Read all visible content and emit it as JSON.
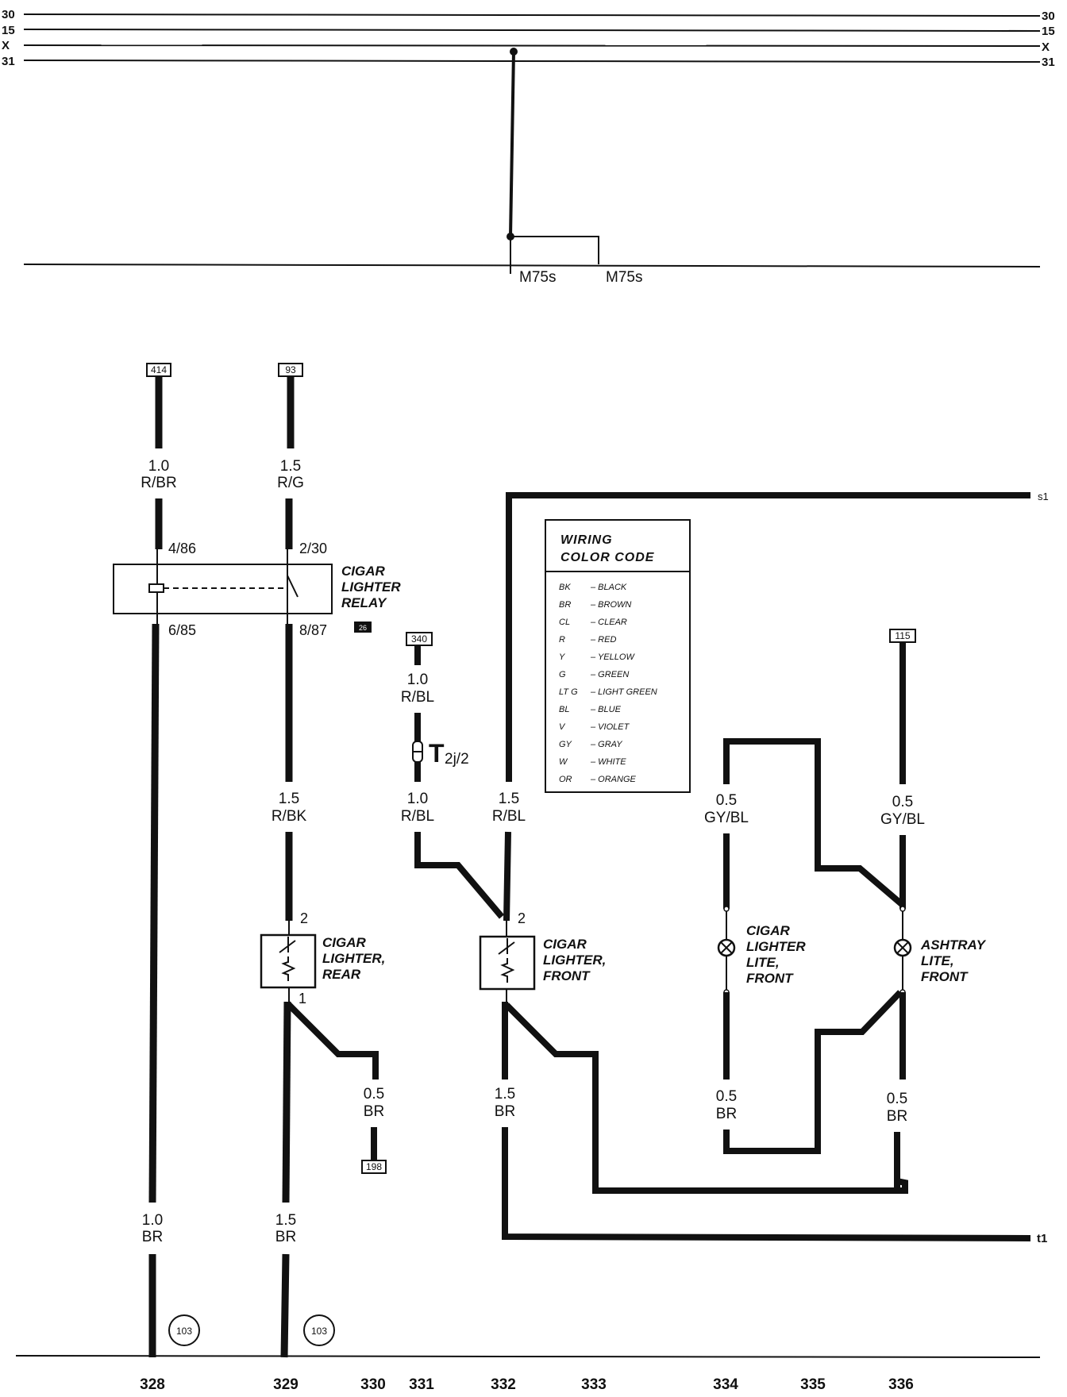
{
  "bus_lines": [
    "30",
    "15",
    "X",
    "31"
  ],
  "ground_splice": [
    "M75s",
    "M75s"
  ],
  "wires": {
    "w328_top": {
      "gauge": "1.0",
      "color": "R/BR"
    },
    "w329_top": {
      "gauge": "1.5",
      "color": "R/G"
    },
    "w329_mid": {
      "gauge": "1.5",
      "color": "R/BK"
    },
    "w331_top": {
      "gauge": "1.0",
      "color": "R/BL"
    },
    "w331_mid": {
      "gauge": "1.0",
      "color": "R/BL"
    },
    "w332_top": {
      "gauge": "1.5",
      "color": "R/BL"
    },
    "w330": {
      "gauge": "0.5",
      "color": "BR"
    },
    "w332_bot": {
      "gauge": "1.5",
      "color": "BR"
    },
    "w334_top": {
      "gauge": "0.5",
      "color": "GY/BL"
    },
    "w336_top": {
      "gauge": "0.5",
      "color": "GY/BL"
    },
    "w334_bot": {
      "gauge": "0.5",
      "color": "BR"
    },
    "w336_bot": {
      "gauge": "0.5",
      "color": "BR"
    },
    "w328_bot": {
      "gauge": "1.0",
      "color": "BR"
    },
    "w329_bot": {
      "gauge": "1.5",
      "color": "BR"
    }
  },
  "refs": {
    "r414": "414",
    "r93": "93",
    "r340": "340",
    "r115": "115",
    "r198": "198",
    "r26": "26"
  },
  "pins": {
    "p4_86": "4/86",
    "p2_30": "2/30",
    "p6_85": "6/85",
    "p8_87": "8/87",
    "p_rear_2": "2",
    "p_rear_1": "1",
    "p_front_2": "2"
  },
  "connector": {
    "letter": "T",
    "sub": "2j/2"
  },
  "components": {
    "relay": [
      "CIGAR",
      "LIGHTER",
      "RELAY"
    ],
    "lighter_rear": [
      "CIGAR",
      "LIGHTER,",
      "REAR"
    ],
    "lighter_front": [
      "CIGAR",
      "LIGHTER,",
      "FRONT"
    ],
    "lite_front": [
      "CIGAR",
      "LIGHTER",
      "LITE,",
      "FRONT"
    ],
    "ashtray_lite": [
      "ASHTRAY",
      "LITE,",
      "FRONT"
    ]
  },
  "continuations": {
    "top": "s1",
    "bottom": "t1"
  },
  "grounds": [
    "103",
    "103"
  ],
  "columns": [
    "328",
    "329",
    "330",
    "331",
    "332",
    "333",
    "334",
    "335",
    "336"
  ],
  "legend": {
    "title": [
      "WIRING",
      "COLOR CODE"
    ],
    "rows": [
      {
        "code": "BK",
        "name": "BLACK"
      },
      {
        "code": "BR",
        "name": "BROWN"
      },
      {
        "code": "CL",
        "name": "CLEAR"
      },
      {
        "code": "R",
        "name": "RED"
      },
      {
        "code": "Y",
        "name": "YELLOW"
      },
      {
        "code": "G",
        "name": "GREEN"
      },
      {
        "code": "LT G",
        "name": "LIGHT GREEN"
      },
      {
        "code": "BL",
        "name": "BLUE"
      },
      {
        "code": "V",
        "name": "VIOLET"
      },
      {
        "code": "GY",
        "name": "GRAY"
      },
      {
        "code": "W",
        "name": "WHITE"
      },
      {
        "code": "OR",
        "name": "ORANGE"
      }
    ]
  }
}
